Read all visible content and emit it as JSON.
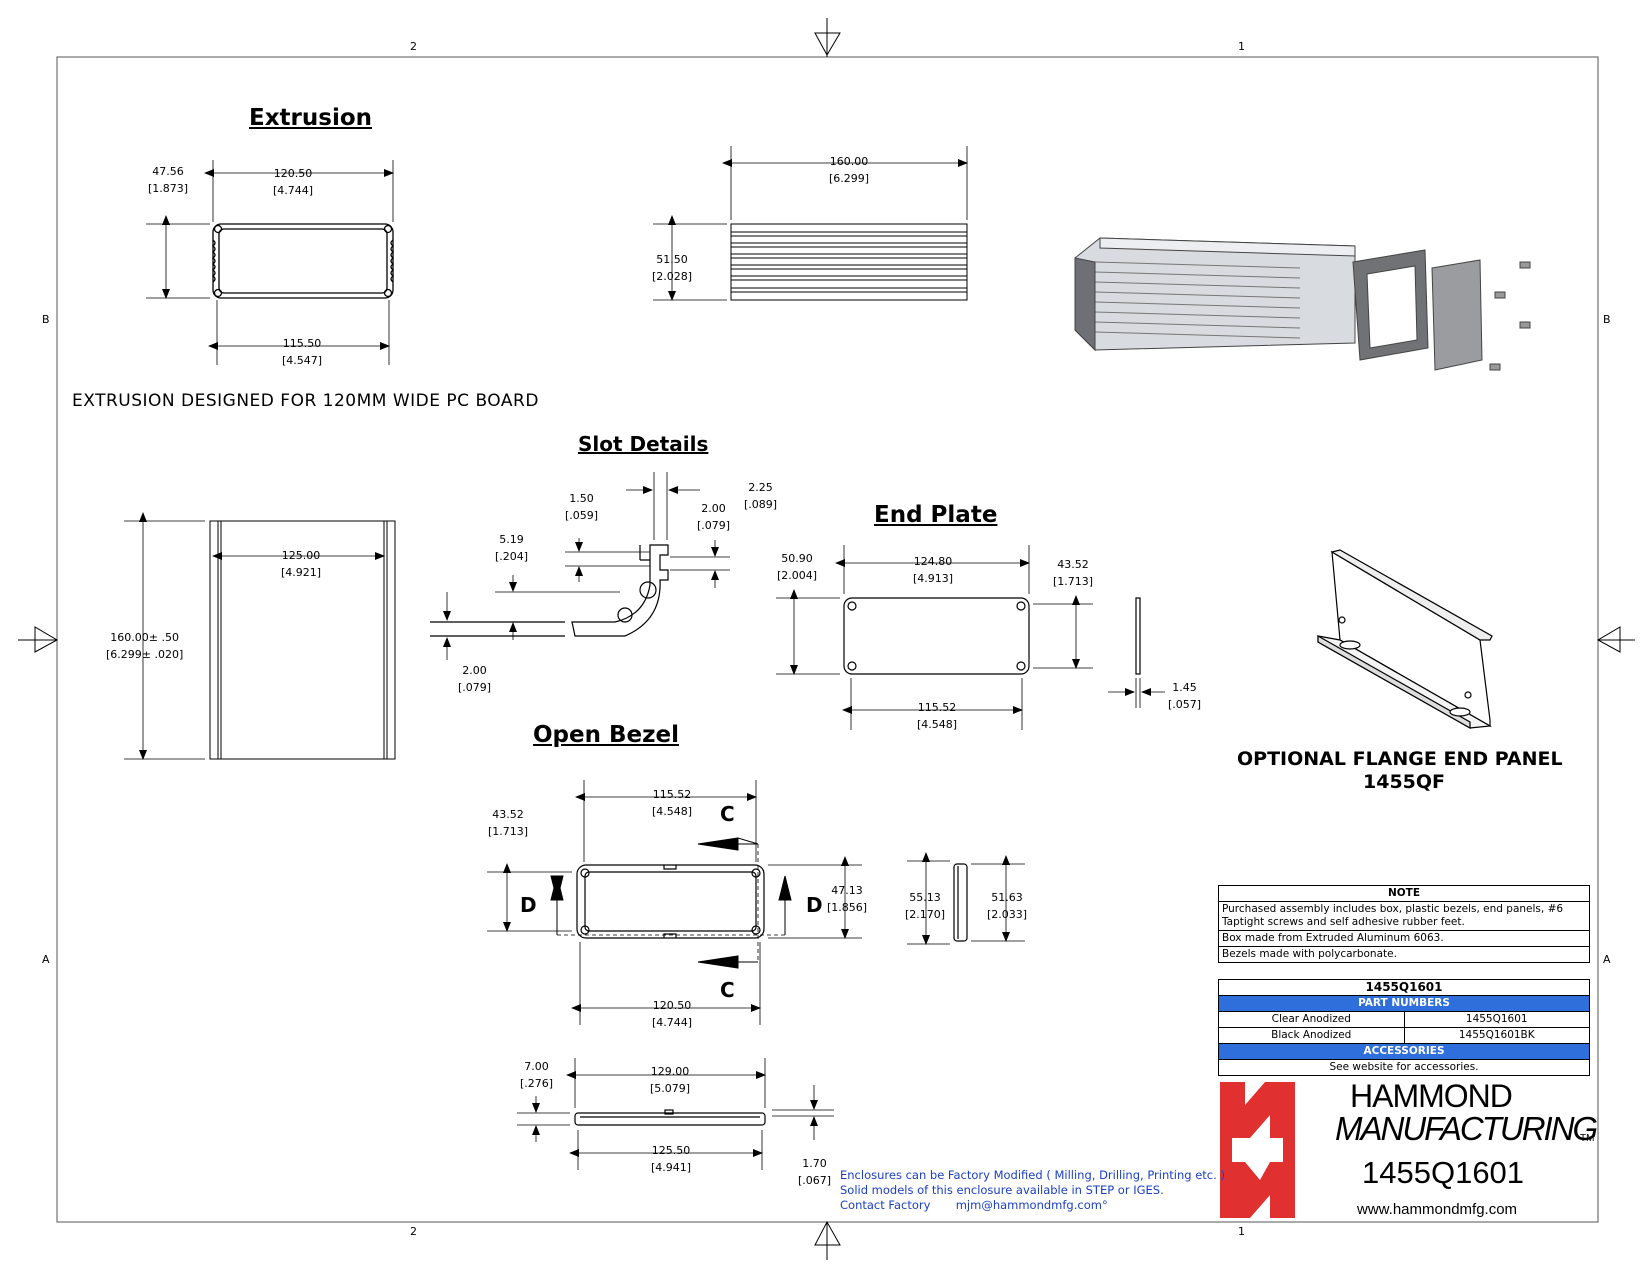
{
  "zones": {
    "top_left": "2",
    "top_right": "1",
    "bottom_left": "2",
    "bottom_right": "1",
    "side_upper": "B",
    "side_lower": "A"
  },
  "headings": {
    "extrusion": "Extrusion",
    "slot_details": "Slot Details",
    "end_plate": "End Plate",
    "open_bezel": "Open Bezel"
  },
  "extrusion_note": "EXTRUSION DESIGNED FOR 120MM WIDE PC BOARD",
  "dims": {
    "ext_w_top": {
      "mm": "120.50",
      "in": "[4.744]"
    },
    "ext_h": {
      "mm": "47.56",
      "in": "[1.873]"
    },
    "ext_w_bot": {
      "mm": "115.50",
      "in": "[4.547]"
    },
    "side_len": {
      "mm": "160.00",
      "in": "[6.299]"
    },
    "side_h": {
      "mm": "51.50",
      "in": "[2.028]"
    },
    "top_len": {
      "mm": "160.00± .50",
      "in": "[6.299± .020]"
    },
    "top_w": {
      "mm": "125.00",
      "in": "[4.921]"
    },
    "slot_a": {
      "mm": "1.50",
      "in": "[.059]"
    },
    "slot_b": {
      "mm": "2.25",
      "in": "[.089]"
    },
    "slot_c": {
      "mm": "2.00",
      "in": "[.079]"
    },
    "slot_d": {
      "mm": "5.19",
      "in": "[.204]"
    },
    "slot_e": {
      "mm": "2.00",
      "in": "[.079]"
    },
    "ep_w_top": {
      "mm": "124.80",
      "in": "[4.913]"
    },
    "ep_h": {
      "mm": "50.90",
      "in": "[2.004]"
    },
    "ep_h2": {
      "mm": "43.52",
      "in": "[1.713]"
    },
    "ep_w_bot": {
      "mm": "115.52",
      "in": "[4.548]"
    },
    "ep_t": {
      "mm": "1.45",
      "in": "[.057]"
    },
    "bz_w_top": {
      "mm": "115.52",
      "in": "[4.548]"
    },
    "bz_h": {
      "mm": "43.52",
      "in": "[1.713]"
    },
    "bz_h2": {
      "mm": "47.13",
      "in": "[1.856]"
    },
    "bz_w_bot": {
      "mm": "120.50",
      "in": "[4.744]"
    },
    "bz_side_a": {
      "mm": "55.13",
      "in": "[2.170]"
    },
    "bz_side_b": {
      "mm": "51.63",
      "in": "[2.033]"
    },
    "bz2_w_top": {
      "mm": "129.00",
      "in": "[5.079]"
    },
    "bz2_h": {
      "mm": "7.00",
      "in": "[.276]"
    },
    "bz2_w_bot": {
      "mm": "125.50",
      "in": "[4.941]"
    },
    "bz2_t": {
      "mm": "1.70",
      "in": "[.067]"
    }
  },
  "section_marks": {
    "c": "C",
    "d": "D"
  },
  "flange": {
    "line1": "OPTIONAL FLANGE END PANEL",
    "line2": "1455QF"
  },
  "note_table": {
    "title": "NOTE",
    "rows": [
      "Purchased assembly includes box, plastic bezels, end panels, #6 Taptight screws and self adhesive rubber feet.",
      "Box made from Extruded Aluminum 6063.",
      "Bezels made with polycarbonate."
    ]
  },
  "parts_table": {
    "title": "1455Q1601",
    "part_header": "PART NUMBERS",
    "parts": [
      {
        "finish": "Clear Anodized",
        "number": "1455Q1601"
      },
      {
        "finish": "Black Anodized",
        "number": "1455Q1601BK"
      }
    ],
    "acc_header": "ACCESSORIES",
    "acc_text": "See website for accessories."
  },
  "footer_note": {
    "line1": "Enclosures can be Factory Modified ( Milling, Drilling, Printing etc. )",
    "line2": "Solid models of this enclosure available in STEP or IGES.",
    "line3_label": "Contact Factory",
    "line3_email": "mjm@hammondmfg.com°"
  },
  "brand": {
    "name1": "HAMMOND",
    "name2": "MANUFACTURING",
    "tm": "TM",
    "part": "1455Q1601",
    "website": "www.hammondmfg.com",
    "logo_color": "#e03030"
  }
}
